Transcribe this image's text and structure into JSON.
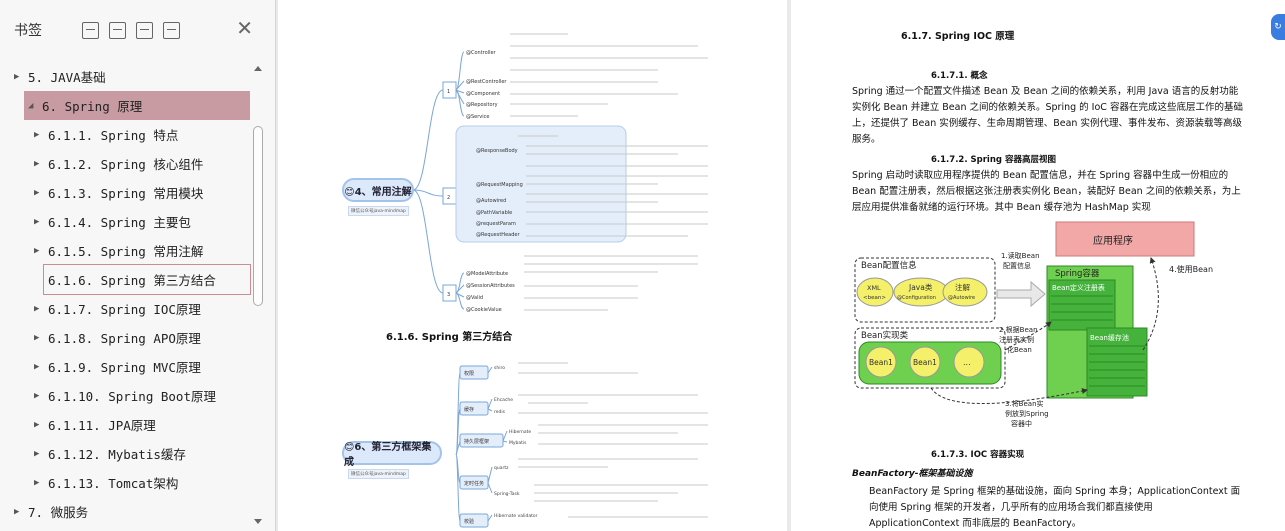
{
  "sidebar": {
    "title": "书签",
    "items": [
      {
        "label": "5. JAVA基础",
        "arrow": "▶"
      },
      {
        "label": "6. Spring 原理",
        "arrow": "◢"
      },
      {
        "label": "6.1.1. Spring 特点",
        "arrow": "▶"
      },
      {
        "label": "6.1.2. Spring 核心组件",
        "arrow": "▶"
      },
      {
        "label": "6.1.3. Spring 常用模块",
        "arrow": "▶"
      },
      {
        "label": "6.1.4. Spring 主要包",
        "arrow": "▶"
      },
      {
        "label": "6.1.5. Spring 常用注解",
        "arrow": "▶"
      },
      {
        "label": "6.1.6. Spring 第三方结合",
        "arrow": ""
      },
      {
        "label": "6.1.7. Spring IOC原理",
        "arrow": "▶"
      },
      {
        "label": "6.1.8. Spring APO原理",
        "arrow": "▶"
      },
      {
        "label": "6.1.9. Spring MVC原理",
        "arrow": "▶"
      },
      {
        "label": "6.1.10. Spring Boot原理",
        "arrow": "▶"
      },
      {
        "label": "6.1.11. JPA原理",
        "arrow": "▶"
      },
      {
        "label": "6.1.12. Mybatis缓存",
        "arrow": "▶"
      },
      {
        "label": "6.1.13. Tomcat架构",
        "arrow": "▶"
      },
      {
        "label": "7.   微服务",
        "arrow": "▶"
      }
    ]
  },
  "left_page": {
    "mindmap1": {
      "central": "😊4、常用注解",
      "subtag": "微信公众号java-mindmap",
      "groups": [
        "1",
        "2",
        "3"
      ],
      "nodes": [
        "@Controller",
        "@RestController",
        "@Component",
        "@Repository",
        "@Service",
        "@ResponseBody",
        "@RequestMapping",
        "@Autowired",
        "@PathVariable",
        "@requestParam",
        "@RequestHeader",
        "@ModelAttribute",
        "@SessionAttributes",
        "@Valid",
        "@CookieValue"
      ]
    },
    "caption": "6.1.6. Spring 第三方结合",
    "mindmap2": {
      "central": "😊6、第三方框架集成",
      "subtag": "微信公众号java-mindmap",
      "nodes": [
        "权限",
        "缓存",
        "持久层框架",
        "定时任务",
        "校验"
      ],
      "leaves": [
        "shiro",
        "Ehcache",
        "redis",
        "Hibernate",
        "Mybatis",
        "quartz",
        "Spring-Task",
        "Hibernate validator"
      ]
    }
  },
  "right_page": {
    "h_ioc": "6.1.7. Spring IOC 原理",
    "h_concept": "6.1.7.1.      概念",
    "p_concept": "Spring 通过一个配置文件描述 Bean 及 Bean 之间的依赖关系，利用 Java 语言的反射功能实例化 Bean 并建立 Bean 之间的依赖关系。Spring 的 IoC 容器在完成这些底层工作的基础上，还提供了 Bean 实例缓存、生命周期管理、Bean 实例代理、事件发布、资源装载等高级服务。",
    "h_container": "6.1.7.2.      Spring 容器高层视图",
    "p_container": "Spring 启动时读取应用程序提供的 Bean 配置信息，并在 Spring 容器中生成一份相应的 Bean 配置注册表，然后根据这张注册表实例化 Bean，装配好 Bean 之间的依赖关系，为上层应用提供准备就绪的运行环境。其中 Bean 缓存池为 HashMap 实现",
    "diagram": {
      "app": "应用程序",
      "config_info": "Bean配置信息",
      "xml": "XML",
      "xml_sub": "<bean>",
      "java": "Java类",
      "java_sub": "@Configuration",
      "anno": "注解",
      "anno_sub": "@Autowire",
      "step1": "1.读取Bean 配置信息",
      "container": "Spring容器",
      "registry": "Bean定义注册表",
      "impl": "Bean实现类",
      "bean": "Bean1",
      "dots": "...",
      "step2": "2.根据Bean 注册表实例 化Bean",
      "cache": "Bean缓存池",
      "step3": "3.将Bean实 例放到Spring 容器中",
      "step4": "4.使用Bean"
    },
    "h_impl": "6.1.7.3.      IOC 容器实现",
    "italic": "BeanFactory-框架基础设施",
    "p_impl": "BeanFactory 是 Spring 框架的基础设施，面向 Spring 本身；ApplicationContext 面向使用 Spring 框架的开发者，几乎所有的应用场合我们都直接使用 ApplicationContext 而非底层的 BeanFactory。"
  },
  "colors": {
    "active_item": "#c79ba1",
    "app_box": "#f3a8a8",
    "container_green": "#6fd04f",
    "bean_yellow": "#f5f06a",
    "registry_green": "#45b23c",
    "float_button": "#3a7de0"
  }
}
